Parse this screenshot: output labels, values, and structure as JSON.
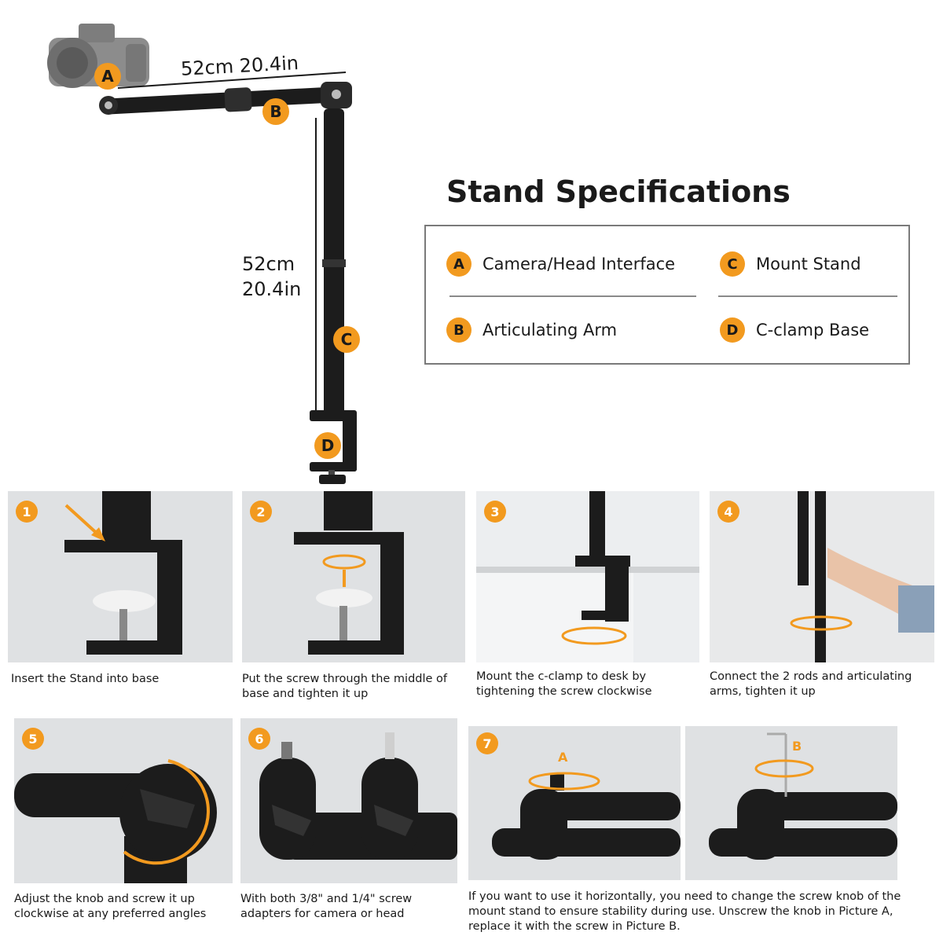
{
  "dimensions": {
    "horizontal": "52cm 20.4in",
    "vertical_cm": "52cm",
    "vertical_in": "20.4in"
  },
  "labels": {
    "a": "A",
    "b": "B",
    "c": "C",
    "d": "D"
  },
  "specs": {
    "title": "Stand Specifications",
    "items": [
      {
        "badge": "A",
        "label": "Camera/Head Interface"
      },
      {
        "badge": "C",
        "label": "Mount Stand"
      },
      {
        "badge": "B",
        "label": "Articulating Arm"
      },
      {
        "badge": "D",
        "label": "C-clamp Base"
      }
    ]
  },
  "steps": [
    {
      "num": "1",
      "caption": "Insert the Stand into base"
    },
    {
      "num": "2",
      "caption": "Put the screw through the middle of base and tighten it up"
    },
    {
      "num": "3",
      "caption": "Mount the c-clamp to desk by tightening the screw clockwise"
    },
    {
      "num": "4",
      "caption": "Connect the 2 rods and articulating arms, tighten it up"
    },
    {
      "num": "5",
      "caption": "Adjust the knob and screw it up clockwise at any preferred angles"
    },
    {
      "num": "6",
      "caption": "With both 3/8\" and 1/4\" screw adapters for camera or head"
    },
    {
      "num": "7",
      "caption": "If you want to use it horizontally, you need to change the screw knob of the mount stand to ensure stability during use. Unscrew the knob in Picture A, replace it with the screw in Picture B."
    }
  ],
  "step7_labels": {
    "a": "A",
    "b": "B"
  },
  "colors": {
    "accent": "#f29a1f",
    "metal": "#1c1c1c",
    "panel_bg": "#dfe1e3"
  }
}
